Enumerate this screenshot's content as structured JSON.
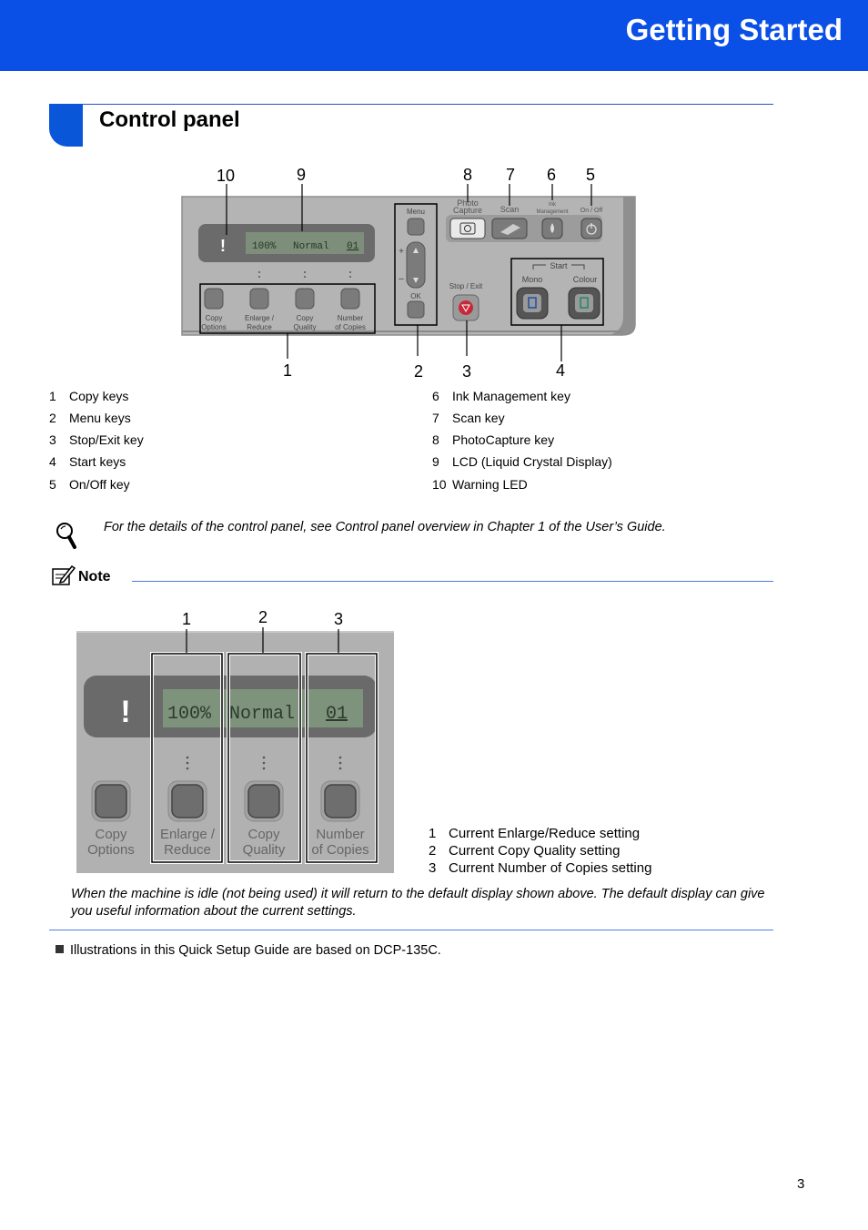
{
  "header": {
    "title": "Getting Started"
  },
  "section": {
    "title": "Control panel"
  },
  "panel_figure": {
    "callouts_top": [
      "10",
      "9",
      "8",
      "7",
      "6",
      "5"
    ],
    "callouts_bottom": [
      "1",
      "2",
      "3",
      "4"
    ],
    "lcd": {
      "warning": "!",
      "enlarge": "100%",
      "quality": "Normal",
      "copies": "01"
    },
    "copy_keys": [
      {
        "line1": "Copy",
        "line2": "Options"
      },
      {
        "line1": "Enlarge /",
        "line2": "Reduce"
      },
      {
        "line1": "Copy",
        "line2": "Quality"
      },
      {
        "line1": "Number",
        "line2": "of Copies"
      }
    ],
    "menu": {
      "label": "Menu",
      "plus": "+",
      "minus": "–",
      "ok": "OK"
    },
    "stop_exit": "Stop / Exit",
    "photo_capture": {
      "line1": "Photo",
      "line2": "Capture"
    },
    "scan": "Scan",
    "ink": {
      "line1": "Ink",
      "line2": "Management"
    },
    "on_off": "On / Off",
    "start": {
      "label": "Start",
      "mono": "Mono",
      "colour": "Colour"
    }
  },
  "legend_left": [
    {
      "num": "1",
      "label": "Copy keys"
    },
    {
      "num": "2",
      "label": "Menu keys"
    },
    {
      "num": "3",
      "label": "Stop/Exit key"
    },
    {
      "num": "4",
      "label": "Start keys"
    },
    {
      "num": "5",
      "label": "On/Off key"
    }
  ],
  "legend_right": [
    {
      "num": "6",
      "label": "Ink Management key"
    },
    {
      "num": "7",
      "label": "Scan key"
    },
    {
      "num": "8",
      "label": "PhotoCapture key"
    },
    {
      "num": "9",
      "label": "LCD (Liquid Crystal Display)"
    },
    {
      "num": "10",
      "label": "Warning LED"
    }
  ],
  "tip": {
    "text": "For the details of the control panel, see Control panel overview in Chapter 1 of the User’s Guide."
  },
  "note": {
    "label": "Note",
    "figure": {
      "callouts": [
        "1",
        "2",
        "3"
      ],
      "lcd": {
        "warning": "!",
        "enlarge": "100%",
        "quality": "Normal",
        "copies": "01"
      },
      "keys": [
        {
          "line1": "Copy",
          "line2": "Options"
        },
        {
          "line1": "Enlarge /",
          "line2": "Reduce"
        },
        {
          "line1": "Copy",
          "line2": "Quality"
        },
        {
          "line1": "Number",
          "line2": "of Copies"
        }
      ]
    },
    "legend": [
      {
        "num": "1",
        "label": "Current Enlarge/Reduce setting"
      },
      {
        "num": "2",
        "label": "Current Copy Quality setting"
      },
      {
        "num": "3",
        "label": "Current Number of Copies setting"
      }
    ],
    "idle_text": "When the machine is idle (not being used) it will return to the default display shown above. The default display can give you useful information about the current settings."
  },
  "bullet": "Illustrations in this Quick Setup Guide are based on DCP-135C.",
  "page_number": "3"
}
